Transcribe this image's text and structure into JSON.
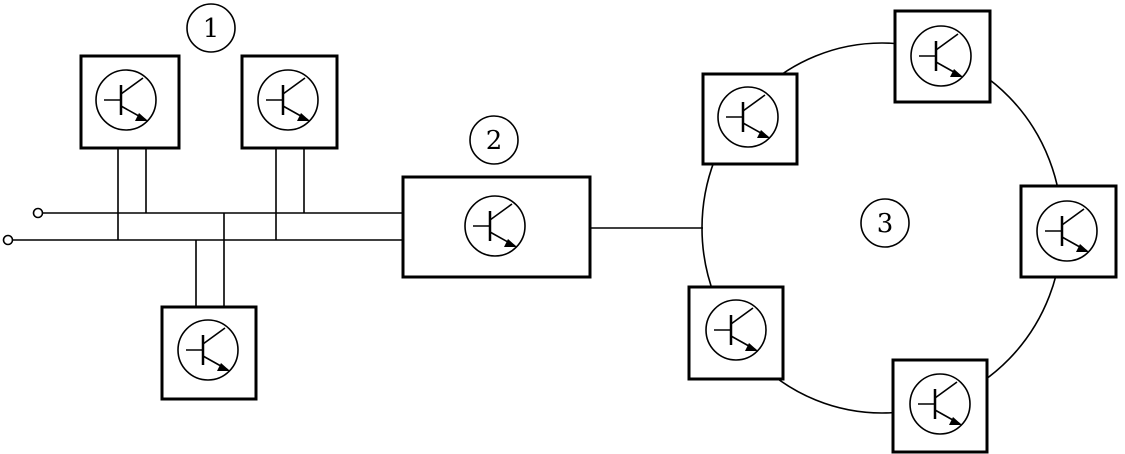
{
  "labels": {
    "group1": "1",
    "group2": "2",
    "group3": "3"
  },
  "icons": {
    "device": "transistor-icon"
  },
  "colors": {
    "stroke": "#000000",
    "background": "#ffffff"
  }
}
